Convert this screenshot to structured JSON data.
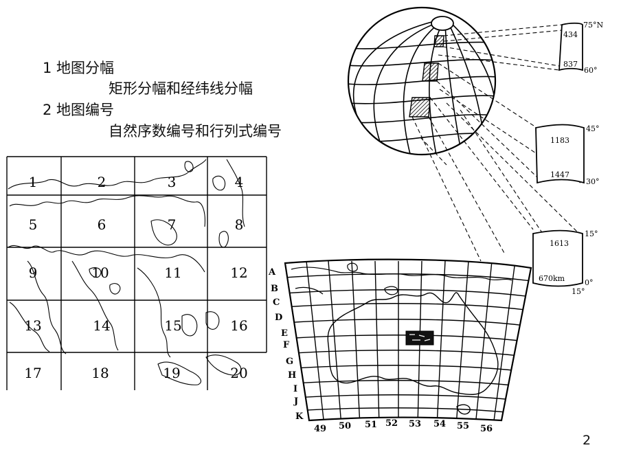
{
  "outline": {
    "item1_title": "1 地图分幅",
    "item1_sub": "矩形分幅和经纬线分幅",
    "item2_title": "2 地图编号",
    "item2_sub": "自然序数编号和行列式编号"
  },
  "page_number": "2",
  "grid_map": {
    "cells": [
      "1",
      "2",
      "3",
      "4",
      "5",
      "6",
      "7",
      "8",
      "9",
      "10",
      "11",
      "12",
      "13",
      "14",
      "15",
      "16",
      "17",
      "18",
      "19",
      "20"
    ]
  },
  "globe": {
    "zones": [
      {
        "top_label": "434",
        "bottom_label": "837",
        "top_lat": "75°N",
        "bottom_lat": "60°"
      },
      {
        "top_label": "1183",
        "bottom_label": "1447",
        "top_lat": "45°",
        "bottom_lat": "30°"
      },
      {
        "top_label": "1613",
        "bottom_label": "670km",
        "top_lat": "15°",
        "bottom_lat": "0°",
        "lon_label": "15°"
      }
    ]
  },
  "australia_map": {
    "row_labels": [
      "A",
      "B",
      "C",
      "D",
      "E",
      "F",
      "G",
      "H",
      "I",
      "J",
      "K"
    ],
    "col_labels": [
      "49",
      "50",
      "51",
      "52",
      "53",
      "54",
      "55",
      "56"
    ]
  }
}
